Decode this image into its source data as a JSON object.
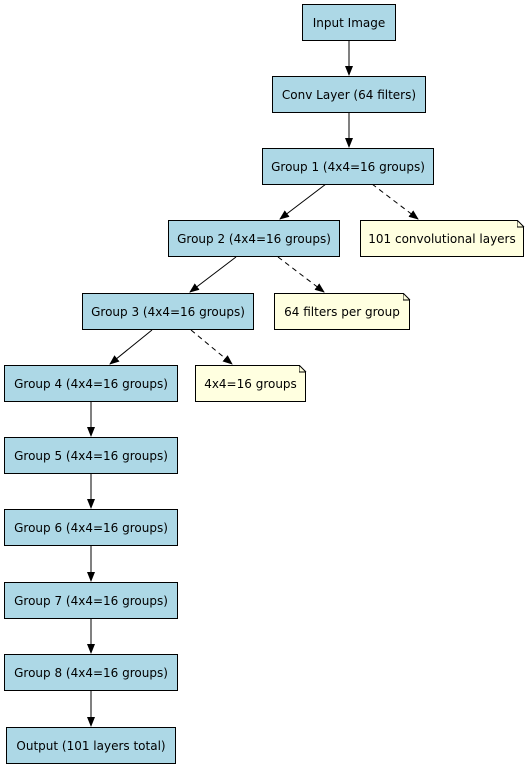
{
  "nodes": {
    "input": "Input Image",
    "conv": "Conv Layer (64 filters)",
    "group1": "Group 1 (4x4=16 groups)",
    "group2": "Group 2 (4x4=16 groups)",
    "group3": "Group 3 (4x4=16 groups)",
    "group4": "Group 4 (4x4=16 groups)",
    "group5": "Group 5 (4x4=16 groups)",
    "group6": "Group 6 (4x4=16 groups)",
    "group7": "Group 7 (4x4=16 groups)",
    "group8": "Group 8 (4x4=16 groups)",
    "output": "Output (101 layers total)"
  },
  "notes": {
    "layers": "101 convolutional layers",
    "filters": "64 filters per group",
    "groups": "4x4=16 groups"
  },
  "colors": {
    "node_fill": "#add8e6",
    "note_fill": "#ffffe0",
    "edge": "#000000"
  }
}
